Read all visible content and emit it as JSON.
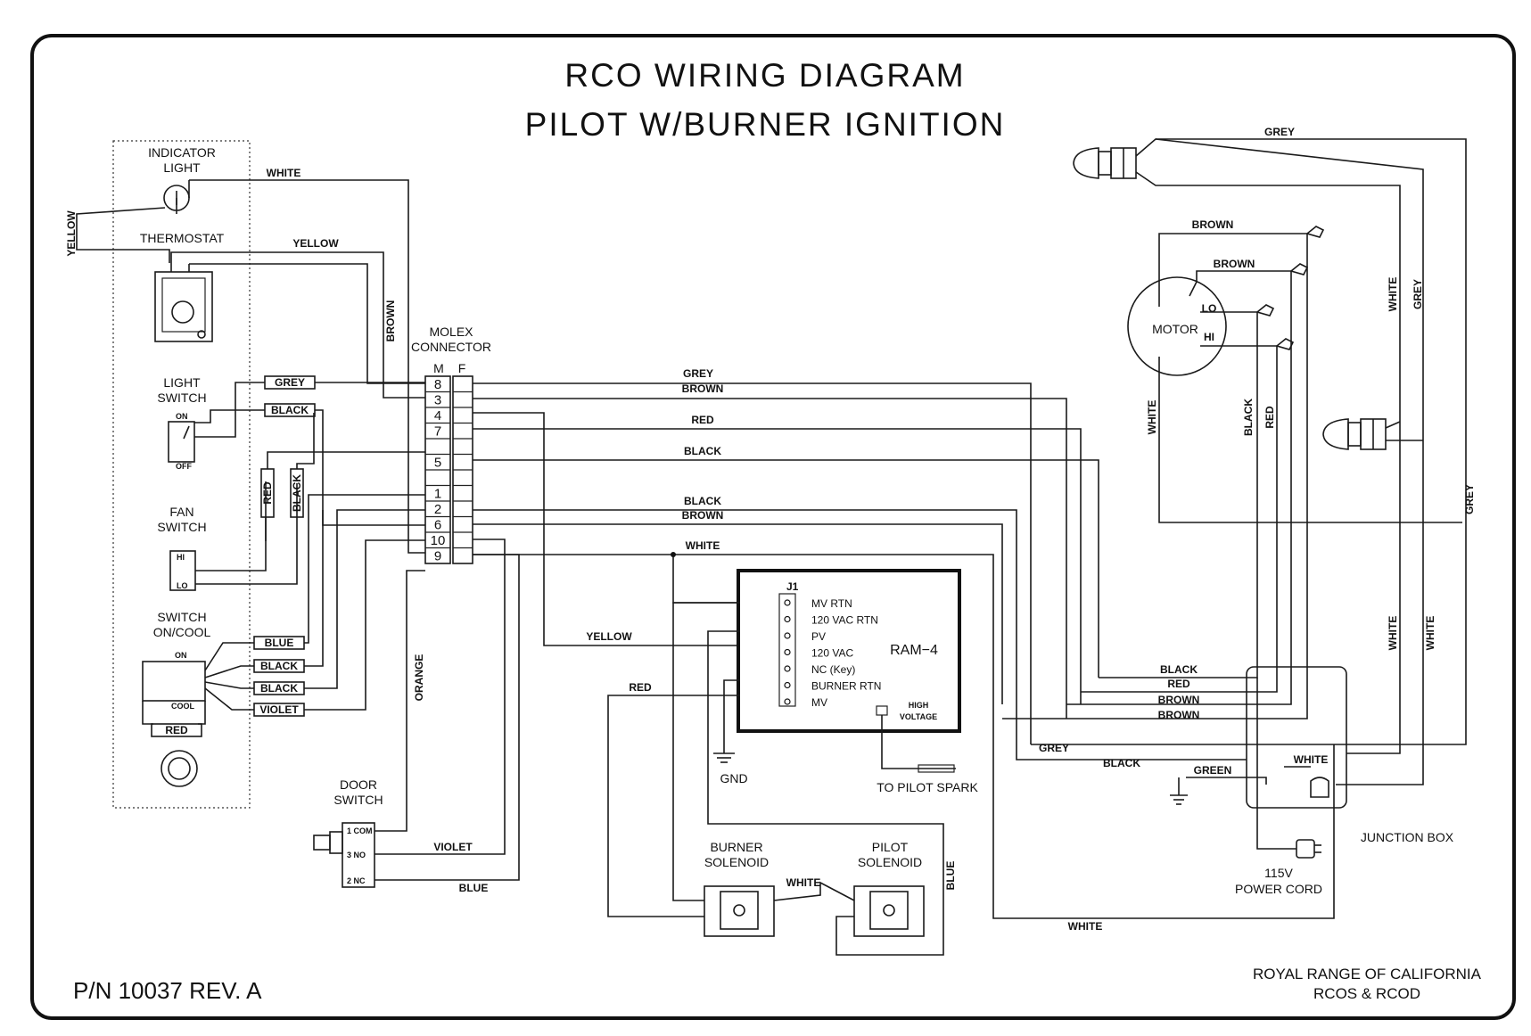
{
  "title": {
    "line1": "RCO WIRING DIAGRAM",
    "line2": "PILOT W/BURNER IGNITION"
  },
  "footer": {
    "part_number": "P/N 10037   REV. A",
    "company": "ROYAL RANGE OF CALIFORNIA",
    "models": "RCOS & RCOD"
  },
  "components": {
    "indicator_light": [
      "INDICATOR",
      "LIGHT"
    ],
    "thermostat": "THERMOSTAT",
    "light_switch": [
      "LIGHT",
      "SWITCH"
    ],
    "fan_switch": [
      "FAN",
      "SWITCH"
    ],
    "switch_on_cool": [
      "SWITCH",
      "ON/COOL"
    ],
    "molex_connector": [
      "MOLEX",
      "CONNECTOR"
    ],
    "door_switch": [
      "DOOR",
      "SWITCH"
    ],
    "burner_solenoid": [
      "BURNER",
      "SOLENOID"
    ],
    "pilot_solenoid": [
      "PILOT",
      "SOLENOID"
    ],
    "motor": "MOTOR",
    "junction_box": "JUNCTION BOX",
    "power_cord": [
      "115V",
      "POWER CORD"
    ],
    "gnd": "GND",
    "to_pilot_spark": "TO PILOT SPARK",
    "ram4": "RAM−4",
    "high_voltage": [
      "HIGH",
      "VOLTAGE"
    ]
  },
  "switch_marks": {
    "on": "ON",
    "off": "OFF",
    "hi": "HI",
    "lo": "LO",
    "cool": "COOL",
    "motor_lo": "LO",
    "motor_hi": "HI",
    "door_com": "1 COM",
    "door_no": "3  NO",
    "door_nc": "2  NC"
  },
  "connector": {
    "header_m": "M",
    "header_f": "F",
    "pins": [
      "8",
      "3",
      "4",
      "7",
      "",
      "5",
      "",
      "1",
      "2",
      "6",
      "10",
      "9"
    ]
  },
  "ram4_pins": {
    "header": "J1",
    "labels": [
      "MV RTN",
      "120 VAC RTN",
      "PV",
      "120 VAC",
      "NC (Key)",
      "BURNER RTN",
      "MV"
    ]
  },
  "wire_labels": {
    "white_top": "WHITE",
    "yellow_left": "YELLOW",
    "yellow_top": "YELLOW",
    "brown_vert": "BROWN",
    "grey_box": "GREY",
    "black_box1": "BLACK",
    "red_box_v": "RED",
    "black_box_v": "BLACK",
    "blue_box": "BLUE",
    "black_box2": "BLACK",
    "black_box3": "BLACK",
    "violet_box": "VIOLET",
    "red_box_cool": "RED",
    "orange_vert": "ORANGE",
    "violet_bottom": "VIOLET",
    "blue_bottom": "BLUE",
    "bus_grey": "GREY",
    "bus_brown": "BROWN",
    "bus_red": "RED",
    "bus_black": "BLACK",
    "bus_black2": "BLACK",
    "bus_brown2": "BROWN",
    "bus_white": "WHITE",
    "yellow_mid": "YELLOW",
    "red_mid": "RED",
    "white_solenoid": "WHITE",
    "blue_vert": "BLUE",
    "white_bottom": "WHITE",
    "grey_top_right": "GREY",
    "brown_top1": "BROWN",
    "brown_top2": "BROWN",
    "white_vert_right": "WHITE",
    "grey_vert_right": "GREY",
    "white_vert_motor": "WHITE",
    "black_vert_motor": "BLACK",
    "red_vert_motor": "RED",
    "grey_vert_far": "GREY",
    "white_vert_a": "WHITE",
    "white_vert_b": "WHITE",
    "jb_black": "BLACK",
    "jb_red": "RED",
    "jb_brown1": "BROWN",
    "jb_brown2": "BROWN",
    "jb_grey": "GREY",
    "jb_black2": "BLACK",
    "jb_green": "GREEN",
    "jb_white": "WHITE"
  }
}
